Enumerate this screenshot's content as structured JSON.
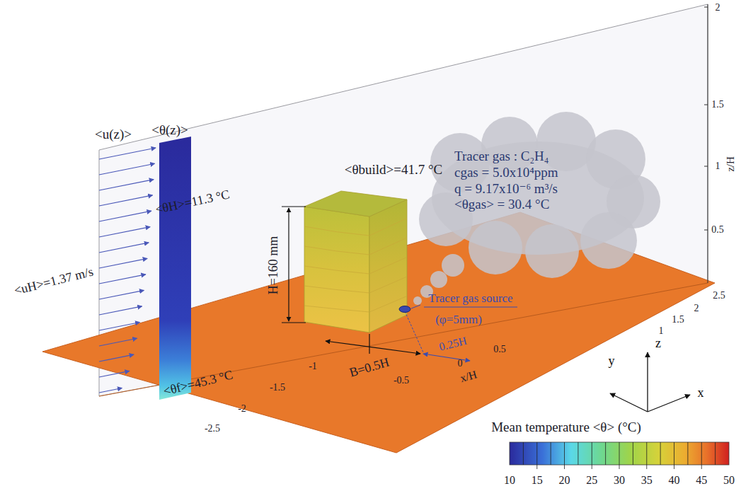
{
  "diagram": {
    "nodes": [
      {
        "text": [
          "Tracer gas : C₂H₄",
          "cgas = 5.0x10⁴ppm",
          "q = 9.17x10⁻⁶ m³/s",
          "<θgas> = 30.4 °C"
        ]
      }
    ],
    "labels": [
      "<u(z)>",
      "<θ(z)>",
      "<uH>=1.37 m/s",
      "<θH>=11.3 °C",
      "<θf>=45.3 °C",
      "<θbuild>=41.7 °C",
      "H=160 mm",
      "B=0.5H",
      "0.25H",
      "Tracer gas source",
      "(φ=5mm)",
      "x/H",
      "z/H",
      "y",
      "z",
      "x",
      "Mean temperature <θ> (°C)",
      "10",
      "15",
      "20",
      "25",
      "30",
      "35",
      "40",
      "45",
      "50",
      "-0.5",
      "0",
      "0.5",
      "1",
      "1.5",
      "2",
      "2.5",
      "-2.5",
      "-2",
      "-1.5",
      "-1",
      "2",
      "1.5",
      "1",
      "0.5"
    ]
  }
}
